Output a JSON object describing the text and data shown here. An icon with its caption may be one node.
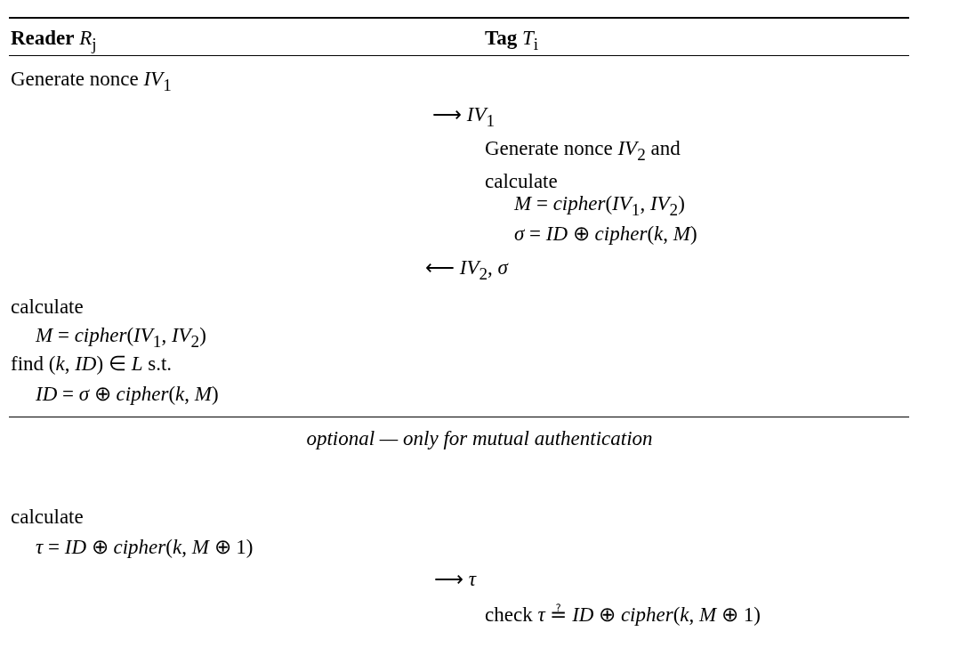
{
  "diagram": {
    "labels": [
      "**Reader** *R*$_{j}$",
      "**Tag** *T*$_{i}$",
      "Generate nonce *IV*$_{1}$",
      "⟶ *IV*$_{1}$",
      "Generate nonce *IV*$_{2}$ and calculate",
      "*M* = *cipher*(*IV*$_{1}$, *IV*$_{2}$)",
      "*σ* = *ID* ⊕ *cipher*(*k*, *M*)",
      "⟵ *IV*$_{2}$, *σ*",
      "calculate",
      "*M* = *cipher*(*IV*$_{1}$, *IV*$_{2}$)",
      "find (*k*, *ID*) ∈ *L* s.t.",
      "*ID* = *σ* ⊕ *cipher*(*k*, *M*)",
      "optional — only for mutual authentication",
      "calculate",
      "*τ* = *ID* ⊕ *cipher*(*k*, *M* ⊕ 1)",
      "⟶ *τ*",
      "check *τ* ≟ *ID* ⊕ *cipher*(*k*, *M* ⊕ 1)"
    ]
  }
}
